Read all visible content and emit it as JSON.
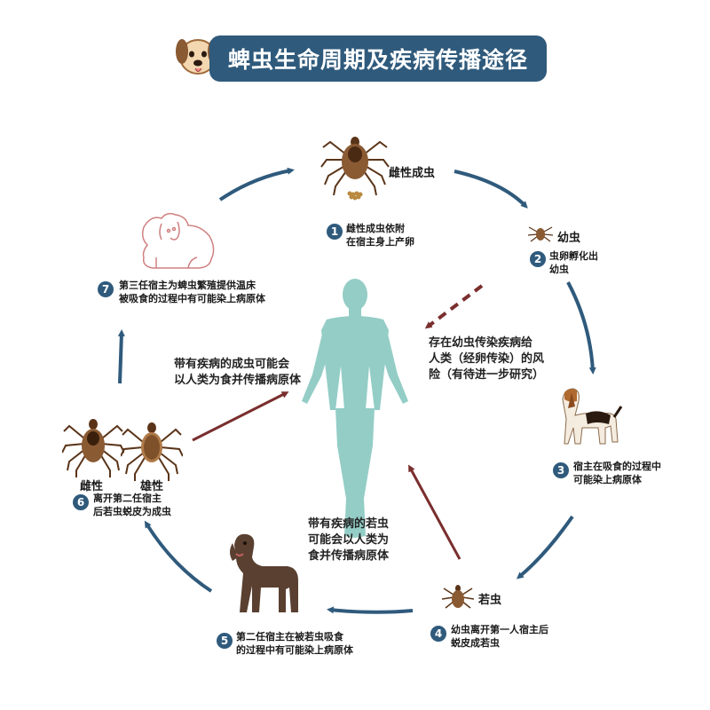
{
  "title": "蜱虫生命周期及疾病传播途径",
  "stages": [
    {
      "num": "1",
      "name": "雌性成虫",
      "desc": [
        "雌性成虫依附",
        "在宿主身上产卵"
      ]
    },
    {
      "num": "2",
      "name": "幼虫",
      "desc": [
        "虫卵孵化出",
        "幼虫"
      ]
    },
    {
      "num": "3",
      "name": "",
      "desc": [
        "宿主在吸食的过程中",
        "可能染上病原体"
      ]
    },
    {
      "num": "4",
      "name": "若虫",
      "desc": [
        "幼虫离开第一人宿主后",
        "蜕皮成若虫"
      ]
    },
    {
      "num": "5",
      "name": "",
      "desc": [
        "第二任宿主在被若虫吸食",
        "的过程中有可能染上病原体"
      ]
    },
    {
      "num": "6",
      "name_female": "雌性",
      "name_male": "雄性",
      "desc": [
        "离开第二任宿主",
        "后若虫蜕皮为成虫"
      ]
    },
    {
      "num": "7",
      "name": "",
      "desc": [
        "第三任宿主为蜱虫繁殖提供温床",
        "被吸食的过程中有可能染上病原体"
      ]
    }
  ],
  "transmission": {
    "adult": [
      "带有疾病的成虫可能会",
      "以人类为食并传播病原体"
    ],
    "larva": [
      "存在幼虫传染疾病给",
      "人类（经卵传染）的风",
      "险（有待进一步研究）"
    ],
    "nymph": [
      "带有疾病的若虫",
      "可能会以人类为",
      "食并传播病原体"
    ]
  },
  "colors": {
    "cycle_arrow": "#2f5a7c",
    "human_arrow": "#7a2e2e",
    "human": "#93cdc6",
    "tick": "#7a4a28"
  }
}
